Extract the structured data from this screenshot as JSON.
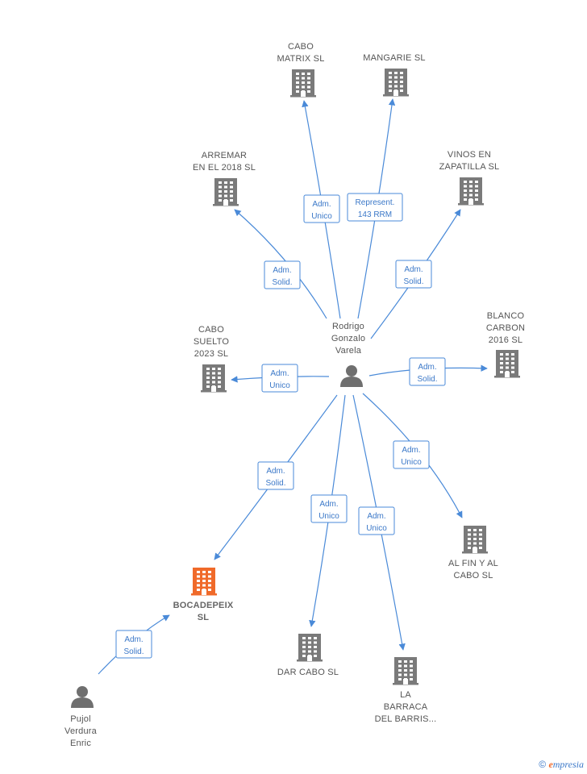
{
  "colors": {
    "edge": "#4a8ad8",
    "company": "#7a7a7a",
    "focus_company": "#f06a2a",
    "person": "#6f6f6f",
    "label_text": "#555555"
  },
  "nodes": [
    {
      "id": "rodrigo",
      "kind": "person",
      "icon": "person-icon",
      "lines": [
        "Rodrigo",
        "Gonzalo",
        "Varela"
      ]
    },
    {
      "id": "pujol",
      "kind": "person",
      "icon": "person-icon",
      "lines": [
        "Pujol",
        "Verdura",
        "Enric"
      ]
    },
    {
      "id": "cabo_matrix",
      "kind": "company",
      "icon": "building-icon",
      "lines": [
        "CABO",
        "MATRIX  SL"
      ]
    },
    {
      "id": "mangarie",
      "kind": "company",
      "icon": "building-icon",
      "lines": [
        "MANGARIE  SL"
      ]
    },
    {
      "id": "arremar",
      "kind": "company",
      "icon": "building-icon",
      "lines": [
        "ARREMAR",
        "EN EL 2018  SL"
      ]
    },
    {
      "id": "vinos",
      "kind": "company",
      "icon": "building-icon",
      "lines": [
        "VINOS EN",
        "ZAPATILLA  SL"
      ]
    },
    {
      "id": "cabo_suelto",
      "kind": "company",
      "icon": "building-icon",
      "lines": [
        "CABO",
        "SUELTO",
        "2023  SL"
      ]
    },
    {
      "id": "blanco",
      "kind": "company",
      "icon": "building-icon",
      "lines": [
        "BLANCO",
        "CARBON",
        "2016  SL"
      ]
    },
    {
      "id": "bocadepeix",
      "kind": "focus",
      "icon": "building-icon",
      "lines": [
        "BOCADEPEIX",
        "SL"
      ]
    },
    {
      "id": "al_fin",
      "kind": "company",
      "icon": "building-icon",
      "lines": [
        "AL FIN Y AL",
        "CABO  SL"
      ]
    },
    {
      "id": "dar_cabo",
      "kind": "company",
      "icon": "building-icon",
      "lines": [
        "DAR CABO  SL"
      ]
    },
    {
      "id": "la_barraca",
      "kind": "company",
      "icon": "building-icon",
      "lines": [
        "LA",
        "BARRACA",
        "DEL BARRIS..."
      ]
    }
  ],
  "edges": [
    {
      "from": "rodrigo",
      "to": "cabo_matrix",
      "label": [
        "Adm.",
        "Unico"
      ]
    },
    {
      "from": "rodrigo",
      "to": "mangarie",
      "label": [
        "Represent.",
        "143 RRM"
      ]
    },
    {
      "from": "rodrigo",
      "to": "arremar",
      "label": [
        "Adm.",
        "Solid."
      ]
    },
    {
      "from": "rodrigo",
      "to": "vinos",
      "label": [
        "Adm.",
        "Solid."
      ]
    },
    {
      "from": "rodrigo",
      "to": "cabo_suelto",
      "label": [
        "Adm.",
        "Unico"
      ]
    },
    {
      "from": "rodrigo",
      "to": "blanco",
      "label": [
        "Adm.",
        "Solid."
      ]
    },
    {
      "from": "rodrigo",
      "to": "bocadepeix",
      "label": [
        "Adm.",
        "Solid."
      ]
    },
    {
      "from": "rodrigo",
      "to": "al_fin",
      "label": [
        "Adm.",
        "Unico"
      ]
    },
    {
      "from": "rodrigo",
      "to": "dar_cabo",
      "label": [
        "Adm.",
        "Unico"
      ]
    },
    {
      "from": "rodrigo",
      "to": "la_barraca",
      "label": [
        "Adm.",
        "Unico"
      ]
    },
    {
      "from": "pujol",
      "to": "bocadepeix",
      "label": [
        "Adm.",
        "Solid."
      ]
    }
  ],
  "footer": {
    "copyright_symbol": "©",
    "brand_initial": "e",
    "brand_rest": "mpresia"
  }
}
